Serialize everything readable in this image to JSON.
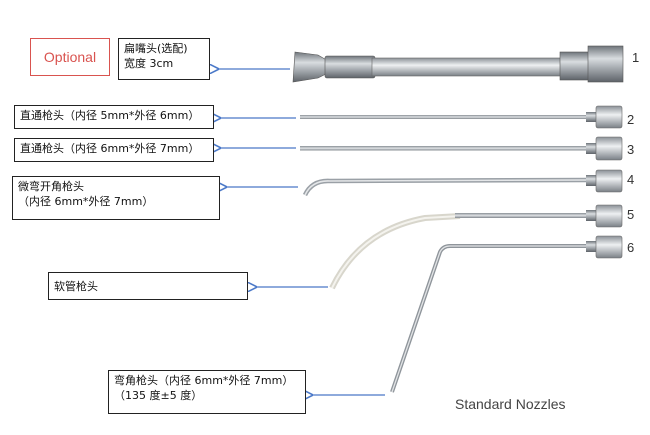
{
  "optional_label": "Optional",
  "nozzles": [
    {
      "number": "1",
      "label_line1": "扁嘴头(选配)",
      "label_line2": "宽度 3cm"
    },
    {
      "number": "2",
      "label_line1": "直通枪头（内径 5mm*外径 6mm）",
      "label_line2": ""
    },
    {
      "number": "3",
      "label_line1": "直通枪头（内径 6mm*外径 7mm）",
      "label_line2": ""
    },
    {
      "number": "4",
      "label_line1": "微弯开角枪头",
      "label_line2": "（内径 6mm*外径 7mm）"
    },
    {
      "number": "5",
      "label_line1": "软管枪头",
      "label_line2": ""
    },
    {
      "number": "6",
      "label_line1": "弯角枪头（内径 6mm*外径 7mm）",
      "label_line2": "（135 度±5 度）"
    }
  ],
  "caption": "Standard Nozzles",
  "colors": {
    "arrow": "#4a78c8",
    "optional_border": "#d9534f",
    "metal": "#9aa0a6"
  }
}
